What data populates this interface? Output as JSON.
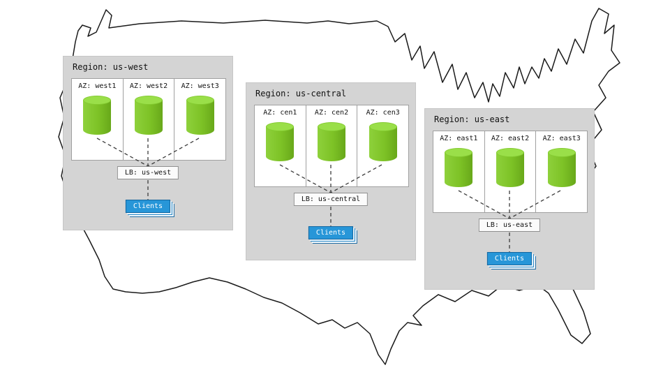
{
  "regions": [
    {
      "title": "Region: us-west",
      "azs": [
        "AZ: west1",
        "AZ: west2",
        "AZ: west3"
      ],
      "lb": "LB: us-west",
      "clients": "Clients"
    },
    {
      "title": "Region: us-central",
      "azs": [
        "AZ: cen1",
        "AZ: cen2",
        "AZ: cen3"
      ],
      "lb": "LB: us-central",
      "clients": "Clients"
    },
    {
      "title": "Region: us-east",
      "azs": [
        "AZ: east1",
        "AZ: east2",
        "AZ: east3"
      ],
      "lb": "LB: us-east",
      "clients": "Clients"
    }
  ],
  "colors": {
    "region_background": "#d4d4d4",
    "az_panel_background": "#ffffff",
    "cylinder_green": "#7dc226",
    "clients_blue": "#2796d8",
    "map_outline": "#1a1a1a"
  }
}
